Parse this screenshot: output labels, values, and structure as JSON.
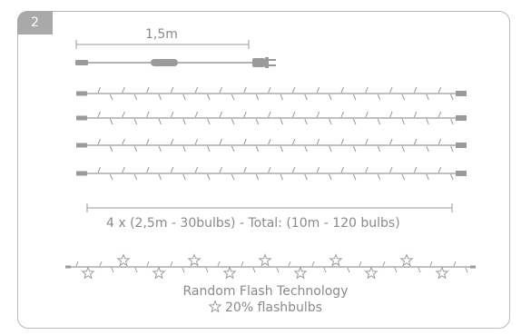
{
  "step_badge": "2",
  "power_cord": {
    "length_label": "1,5m"
  },
  "strings": {
    "total_label": "4 x (2,5m - 30bulbs) - Total: (10m - 120 bulbs)"
  },
  "flash": {
    "title": "Random Flash Technology",
    "legend": "20% flashbulbs"
  },
  "colors": {
    "line": "#9a9a9a",
    "border": "#b8b8b8",
    "badge": "#a9a9a9",
    "text": "#8a8a8a"
  }
}
